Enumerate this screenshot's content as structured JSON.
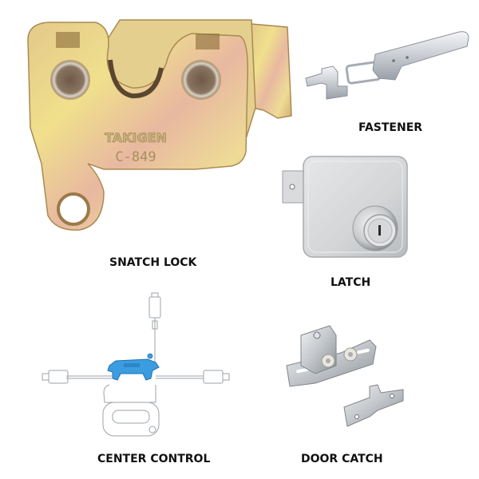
{
  "products": [
    {
      "id": "snatch-lock",
      "label": "SNATCH LOCK",
      "engraving_brand": "TAKIGEN",
      "engraving_model": "C-849",
      "color": "#d9b56a"
    },
    {
      "id": "fastener",
      "label": "FASTENER",
      "color": "#c8ccd2"
    },
    {
      "id": "latch",
      "label": "LATCH",
      "color": "#d2d4d6"
    },
    {
      "id": "center-control",
      "label": "CENTER CONTROL",
      "color": "#3b9de0"
    },
    {
      "id": "door-catch",
      "label": "DOOR CATCH",
      "color": "#c4c8cc"
    }
  ]
}
